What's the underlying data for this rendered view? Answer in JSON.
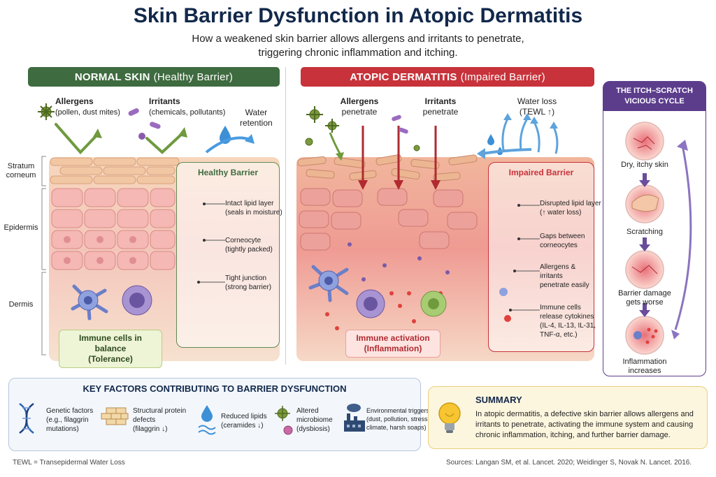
{
  "header": {
    "title": "Skin Barrier Dysfunction in Atopic Dermatitis",
    "subtitle_line1": "How a weakened skin barrier allows allergens and irritants to penetrate,",
    "subtitle_line2": "triggering chronic inflammation and itching."
  },
  "normal": {
    "banner_bold": "NORMAL SKIN",
    "banner_light": "(Healthy Barrier)",
    "allergens_title": "Allergens",
    "allergens_sub": "(pollen, dust mites)",
    "irritants_title": "Irritants",
    "irritants_sub": "(chemicals, pollutants)",
    "water_line1": "Water",
    "water_line2": "retention",
    "callout_title": "Healthy Barrier",
    "notes": [
      {
        "l1": "Intact lipid layer",
        "l2": "(seals in moisture)"
      },
      {
        "l1": "Corneocyte",
        "l2": "(tightly packed)"
      },
      {
        "l1": "Tight junction",
        "l2": "(strong barrier)"
      }
    ],
    "badge_line1": "Immune cells in balance",
    "badge_line2": "(Tolerance)"
  },
  "layers": {
    "stratum_l1": "Stratum",
    "stratum_l2": "corneum",
    "epidermis": "Epidermis",
    "dermis": "Dermis"
  },
  "atopic": {
    "banner_bold": "ATOPIC DERMATITIS",
    "banner_light": "(Impaired Barrier)",
    "allergens_l1": "Allergens",
    "allergens_l2": "penetrate",
    "irritants_l1": "Irritants",
    "irritants_l2": "penetrate",
    "water_l1": "Water loss",
    "water_l2": "(TEWL ↑)",
    "callout_title": "Impaired Barrier",
    "notes": [
      {
        "l1": "Disrupted lipid layer",
        "l2": "(↑ water loss)"
      },
      {
        "l1": "Gaps between",
        "l2": "corneocytes"
      },
      {
        "l1": "Allergens &",
        "l2": "irritants",
        "l3": "penetrate easily"
      },
      {
        "l1": "Immune cells",
        "l2": "release cytokines",
        "l3": "(IL-4, IL-13, IL-31,",
        "l4": "TNF-α, etc.)"
      }
    ],
    "badge_line1": "Immune activation",
    "badge_line2": "(Inflammation)"
  },
  "cycle": {
    "title_l1": "THE ITCH–SCRATCH",
    "title_l2": "VICIOUS CYCLE",
    "steps": [
      {
        "l1": "Dry, itchy skin"
      },
      {
        "l1": "Scratching"
      },
      {
        "l1": "Barrier damage",
        "l2": "gets worse"
      },
      {
        "l1": "Inflammation",
        "l2": "increases"
      }
    ]
  },
  "factors": {
    "title": "KEY FACTORS CONTRIBUTING TO BARRIER DYSFUNCTION",
    "items": [
      {
        "l1": "Genetic factors",
        "l2": "(e.g., filaggrin",
        "l3": "mutations)",
        "icon": "dna-icon"
      },
      {
        "l1": "Structural protein",
        "l2": "defects",
        "l3": "(filaggrin ↓)",
        "icon": "brick-wall-icon"
      },
      {
        "l1": "Reduced lipids",
        "l2": "(ceramides ↓)",
        "icon": "water-drop-icon"
      },
      {
        "l1": "Altered",
        "l2": "microbiome",
        "l3": "(dysbiosis)",
        "icon": "microbe-icon"
      },
      {
        "l1": "Environmental triggers",
        "l2": "(dust, pollution, stress,",
        "l3": "climate, harsh soaps)",
        "icon": "factory-icon"
      }
    ]
  },
  "summary": {
    "title": "SUMMARY",
    "l1": "In atopic dermatitis, a defective skin barrier allows allergens and",
    "l2": "irritants to penetrate, activating the immune system and causing",
    "l3": "chronic inflammation, itching, and further barrier damage."
  },
  "footer": {
    "tewl": "TEWL = Transepidermal Water Loss",
    "sources": "Sources: Langan SM, et al. Lancet. 2020; Weidinger S, Novak N. Lancet. 2016."
  },
  "colors": {
    "normal_green": "#3e6b3f",
    "atopic_red": "#c8323a",
    "cycle_purple": "#5c3d8c",
    "navy": "#12284b"
  }
}
